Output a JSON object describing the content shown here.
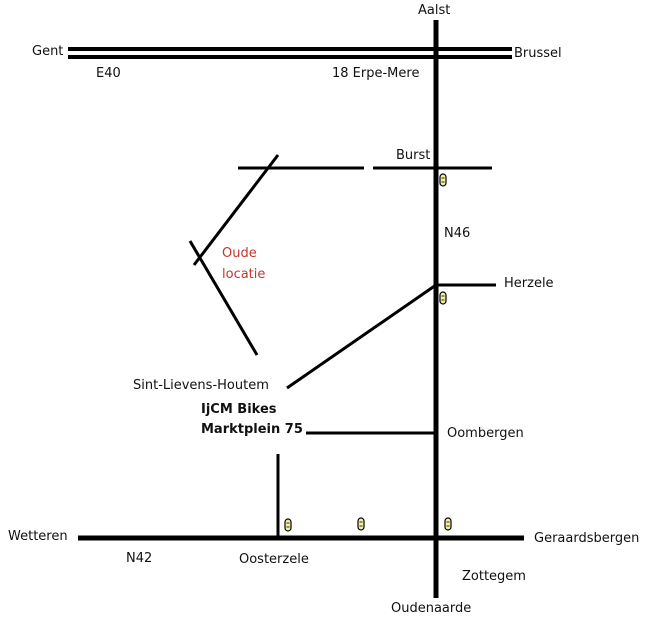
{
  "labels": {
    "aalst": "Aalst",
    "gent": "Gent",
    "brussel": "Brussel",
    "e40": "E40",
    "erpe_mere": "18 Erpe-Mere",
    "burst": "Burst",
    "n46": "N46",
    "oude": "Oude",
    "locatie": "locatie",
    "herzele": "Herzele",
    "sint_lievens": "Sint-Lievens-Houtem",
    "shop_name": "IjCM Bikes",
    "shop_address": "Marktplein 75",
    "oombergen": "Oombergen",
    "wetteren": "Wetteren",
    "n42": "N42",
    "oosterzele": "Oosterzele",
    "geraardsbergen": "Geraardsbergen",
    "zottegem": "Zottegem",
    "oudenaarde": "Oudenaarde"
  },
  "colors": {
    "road": "#000000",
    "old_location": "#c0392b",
    "traffic_light_fill": "#f3f0a0"
  },
  "icons": {
    "traffic_light": "traffic-light-icon"
  }
}
